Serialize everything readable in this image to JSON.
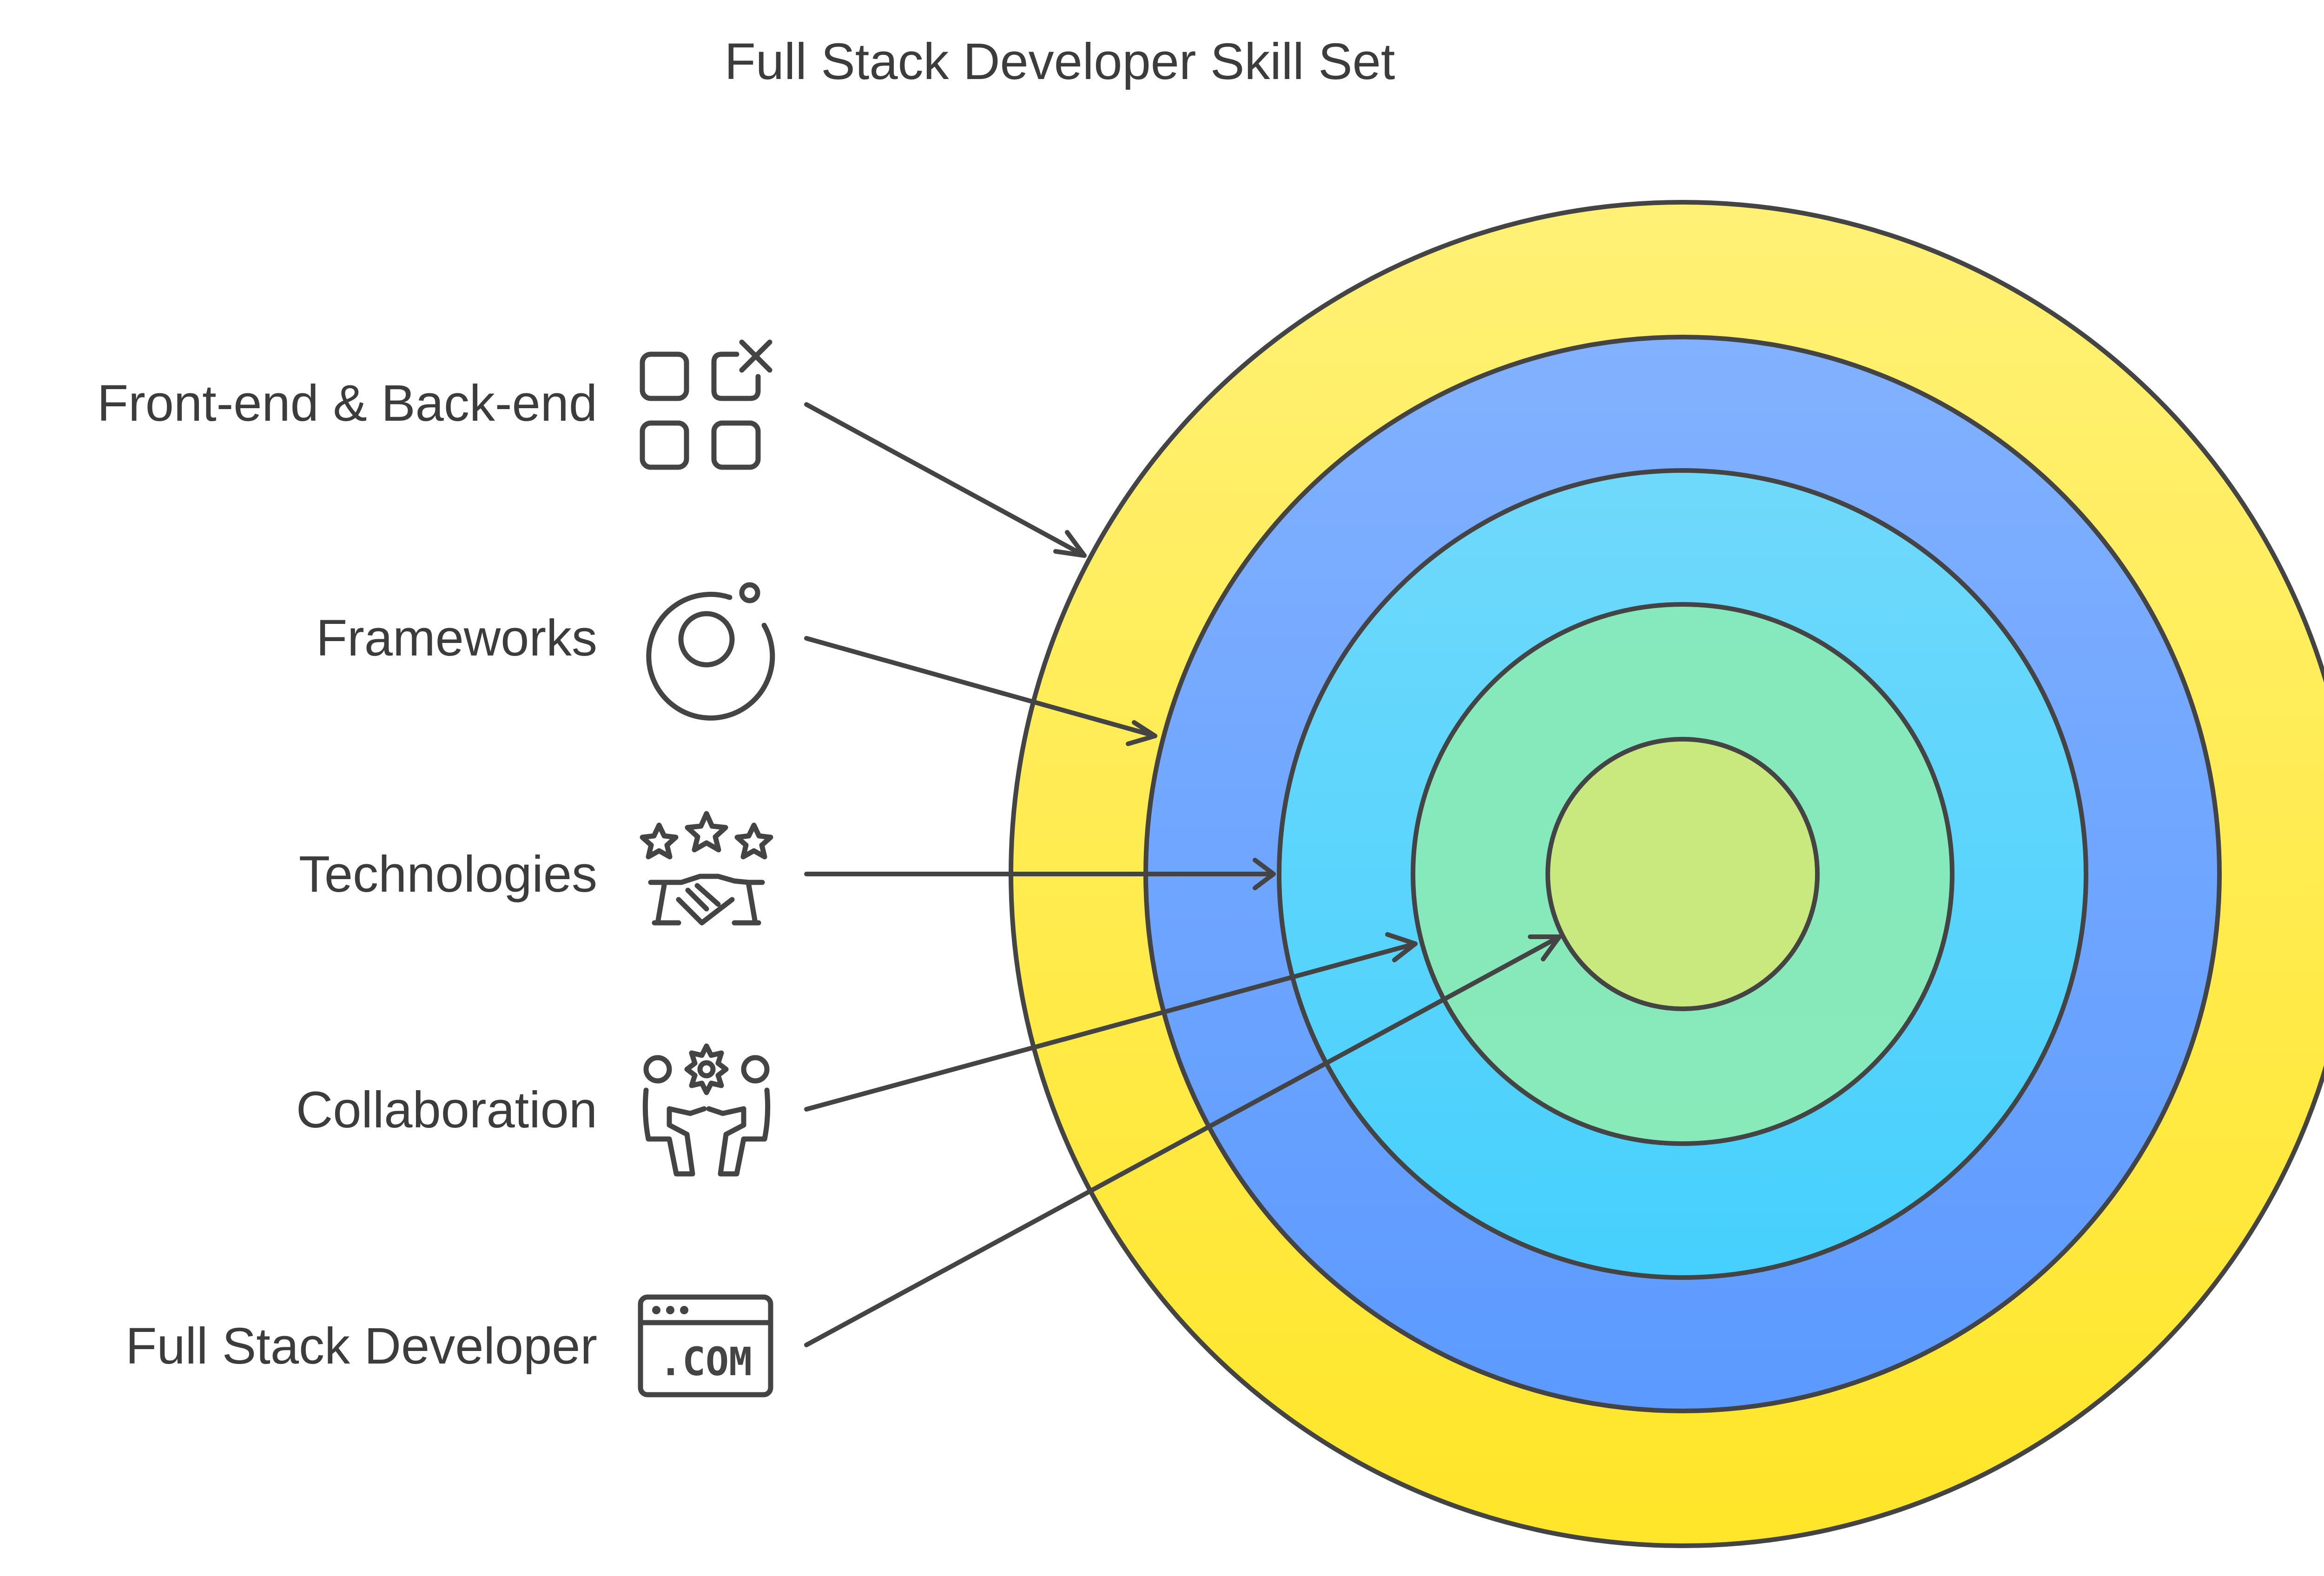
{
  "title": "Full Stack Developer Skill Set",
  "layers": [
    {
      "label": "Front-end & Back-end",
      "icon": "app-grid-remove-icon",
      "color_top": "#FFF176",
      "color_bottom": "#FFE629"
    },
    {
      "label": "Frameworks",
      "icon": "target-ring-icon",
      "color_top": "#82B1FF",
      "color_bottom": "#5C9AFF"
    },
    {
      "label": "Technologies",
      "icon": "stars-handshake-icon",
      "color_top": "#70D9FB",
      "color_bottom": "#46D0FD"
    },
    {
      "label": "Collaboration",
      "icon": "people-teamwork-icon",
      "color_top": "#85E9BD",
      "color_bottom": "#88E9B9"
    },
    {
      "label": "Full Stack Developer",
      "icon": "dot-com-browser-icon",
      "color_top": "#C9E97F",
      "color_bottom": "#C9E97F"
    }
  ],
  "icon_text": ".COM",
  "colors": {
    "outline": "#444444",
    "text": "#3C3C3C"
  }
}
